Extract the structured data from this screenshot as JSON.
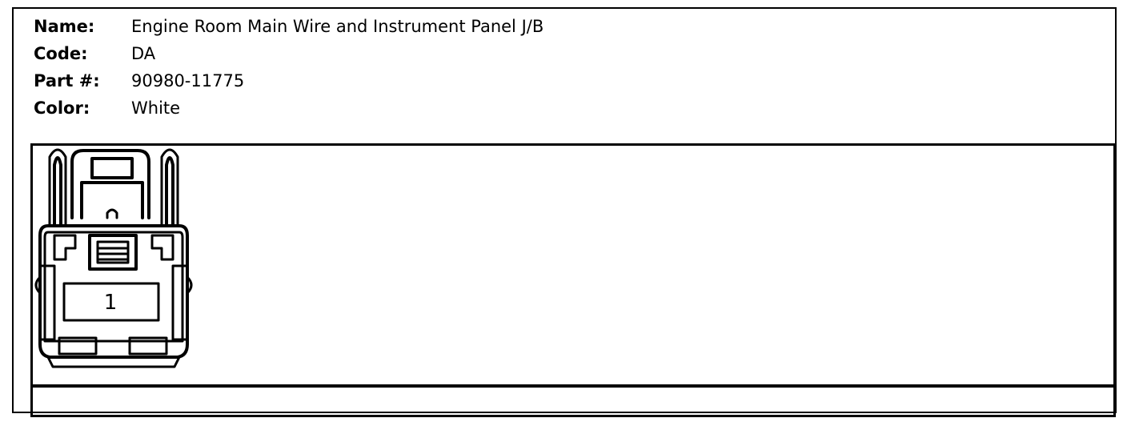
{
  "connector_info": {
    "name_label": "Name:",
    "name_value": "Engine Room Main Wire and Instrument Panel J/B",
    "code_label": "Code:",
    "code_value": "DA",
    "part_label": "Part #:",
    "part_value": "90980-11775",
    "color_label": "Color:",
    "color_value": "White"
  },
  "connector_diagram": {
    "pin_label": "1"
  }
}
